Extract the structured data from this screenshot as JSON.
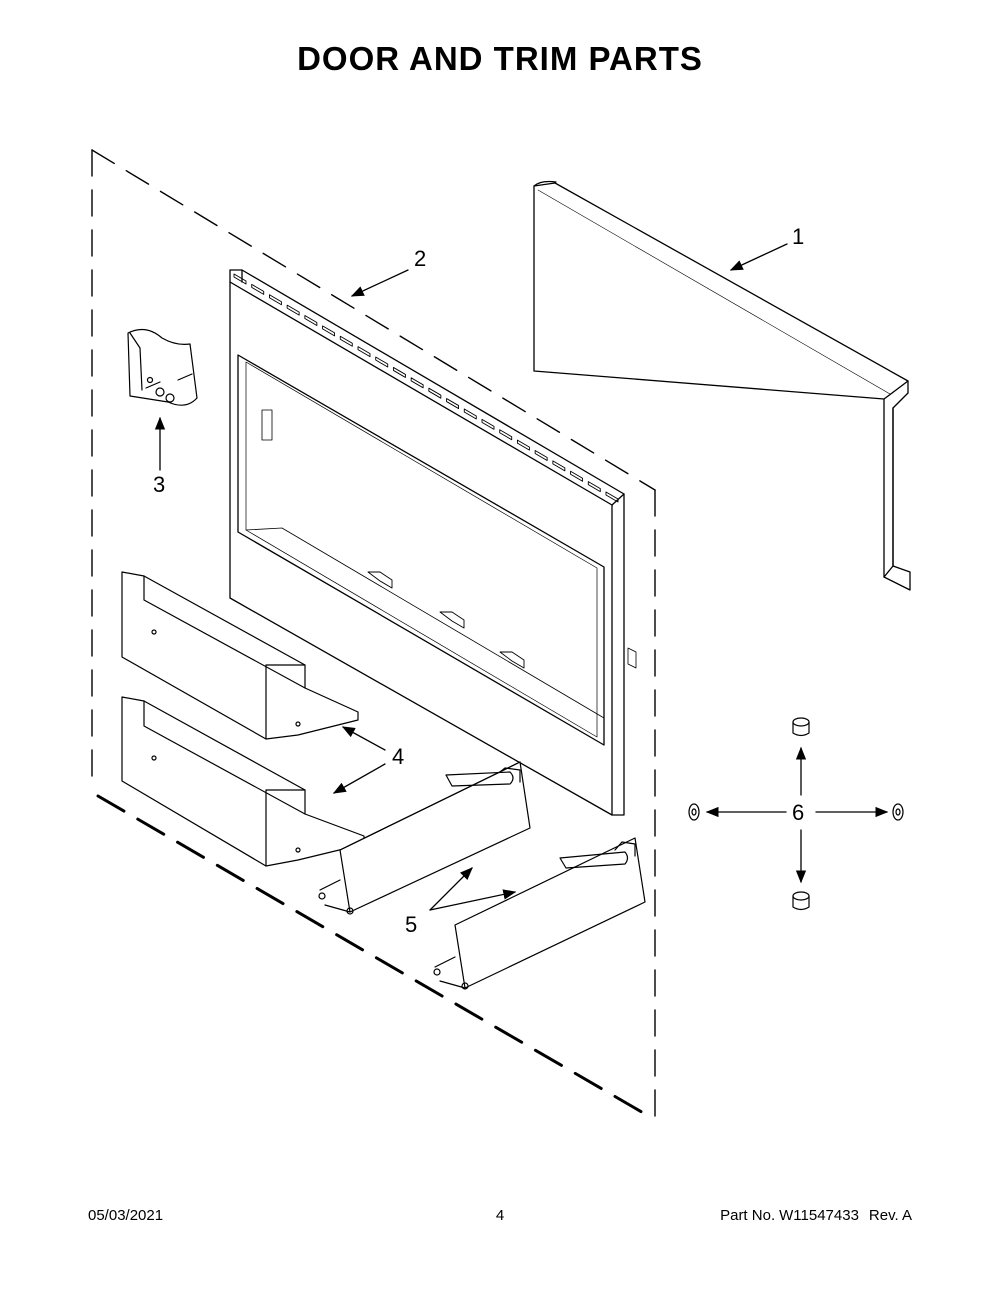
{
  "page": {
    "title": "DOOR AND TRIM PARTS"
  },
  "callouts": [
    {
      "id": "1",
      "label": "1"
    },
    {
      "id": "2",
      "label": "2"
    },
    {
      "id": "3",
      "label": "3"
    },
    {
      "id": "4",
      "label": "4"
    },
    {
      "id": "5",
      "label": "5"
    },
    {
      "id": "6",
      "label": "6"
    }
  ],
  "footer": {
    "date": "05/03/2021",
    "page_number": "4",
    "part_label": "Part No.",
    "part_number": "W11547433",
    "revision": "Rev. A"
  }
}
